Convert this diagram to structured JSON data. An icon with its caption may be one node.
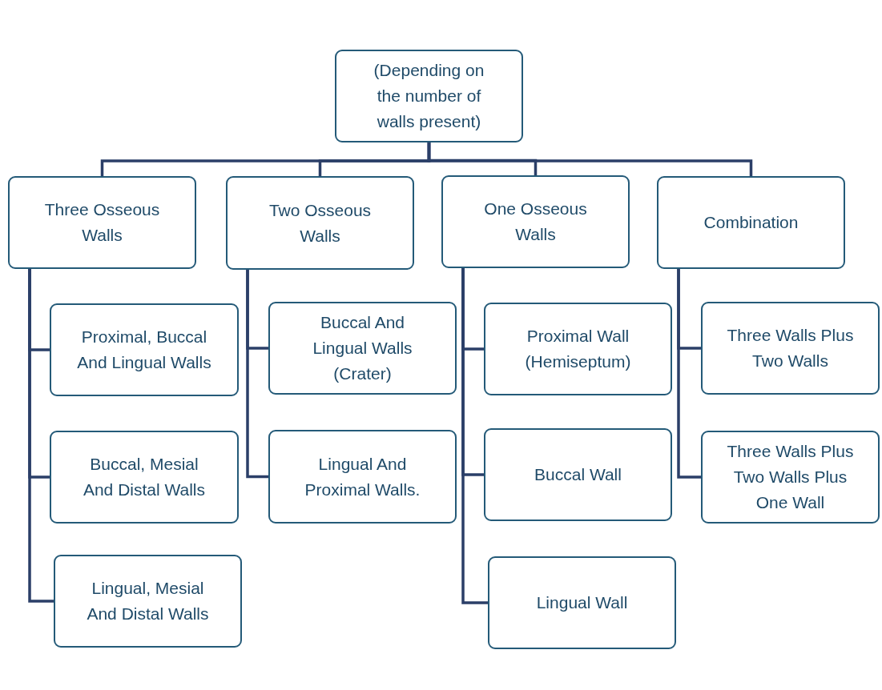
{
  "diagram": {
    "nodes": [
      {
        "text": [
          "(Depending on the number of walls present)"
        ]
      },
      {
        "text": [
          "Three Osseous Walls"
        ]
      },
      {
        "text": [
          "Two Osseous Walls"
        ]
      },
      {
        "text": [
          "One Osseous Walls"
        ]
      },
      {
        "text": [
          "Combination"
        ]
      },
      {
        "text": [
          "Proximal, Buccal And Lingual Walls"
        ]
      },
      {
        "text": [
          "Buccal, Mesial And Distal Walls"
        ]
      },
      {
        "text": [
          "Lingual, Mesial And Distal Walls"
        ]
      },
      {
        "text": [
          "Buccal And Lingual Walls (Crater)"
        ]
      },
      {
        "text": [
          "Lingual And Proximal Walls."
        ]
      },
      {
        "text": [
          "Proximal Wall (Hemiseptum)"
        ]
      },
      {
        "text": [
          "Buccal Wall"
        ]
      },
      {
        "text": [
          "Lingual Wall"
        ]
      },
      {
        "text": [
          "Three Walls Plus Two Walls"
        ]
      },
      {
        "text": [
          "Three Walls Plus Two Walls Plus One Wall"
        ]
      }
    ],
    "edges": [
      {
        "from": 0,
        "to": 1,
        "arrow": "none"
      },
      {
        "from": 0,
        "to": 2,
        "arrow": "none"
      },
      {
        "from": 0,
        "to": 3,
        "arrow": "none"
      },
      {
        "from": 0,
        "to": 4,
        "arrow": "none"
      },
      {
        "from": 1,
        "to": 5,
        "arrow": "none"
      },
      {
        "from": 1,
        "to": 6,
        "arrow": "none"
      },
      {
        "from": 1,
        "to": 7,
        "arrow": "none"
      },
      {
        "from": 2,
        "to": 8,
        "arrow": "none"
      },
      {
        "from": 2,
        "to": 9,
        "arrow": "none"
      },
      {
        "from": 3,
        "to": 10,
        "arrow": "none"
      },
      {
        "from": 3,
        "to": 11,
        "arrow": "none"
      },
      {
        "from": 3,
        "to": 12,
        "arrow": "none"
      },
      {
        "from": 4,
        "to": 13,
        "arrow": "none"
      },
      {
        "from": 4,
        "to": 14,
        "arrow": "none"
      }
    ]
  }
}
